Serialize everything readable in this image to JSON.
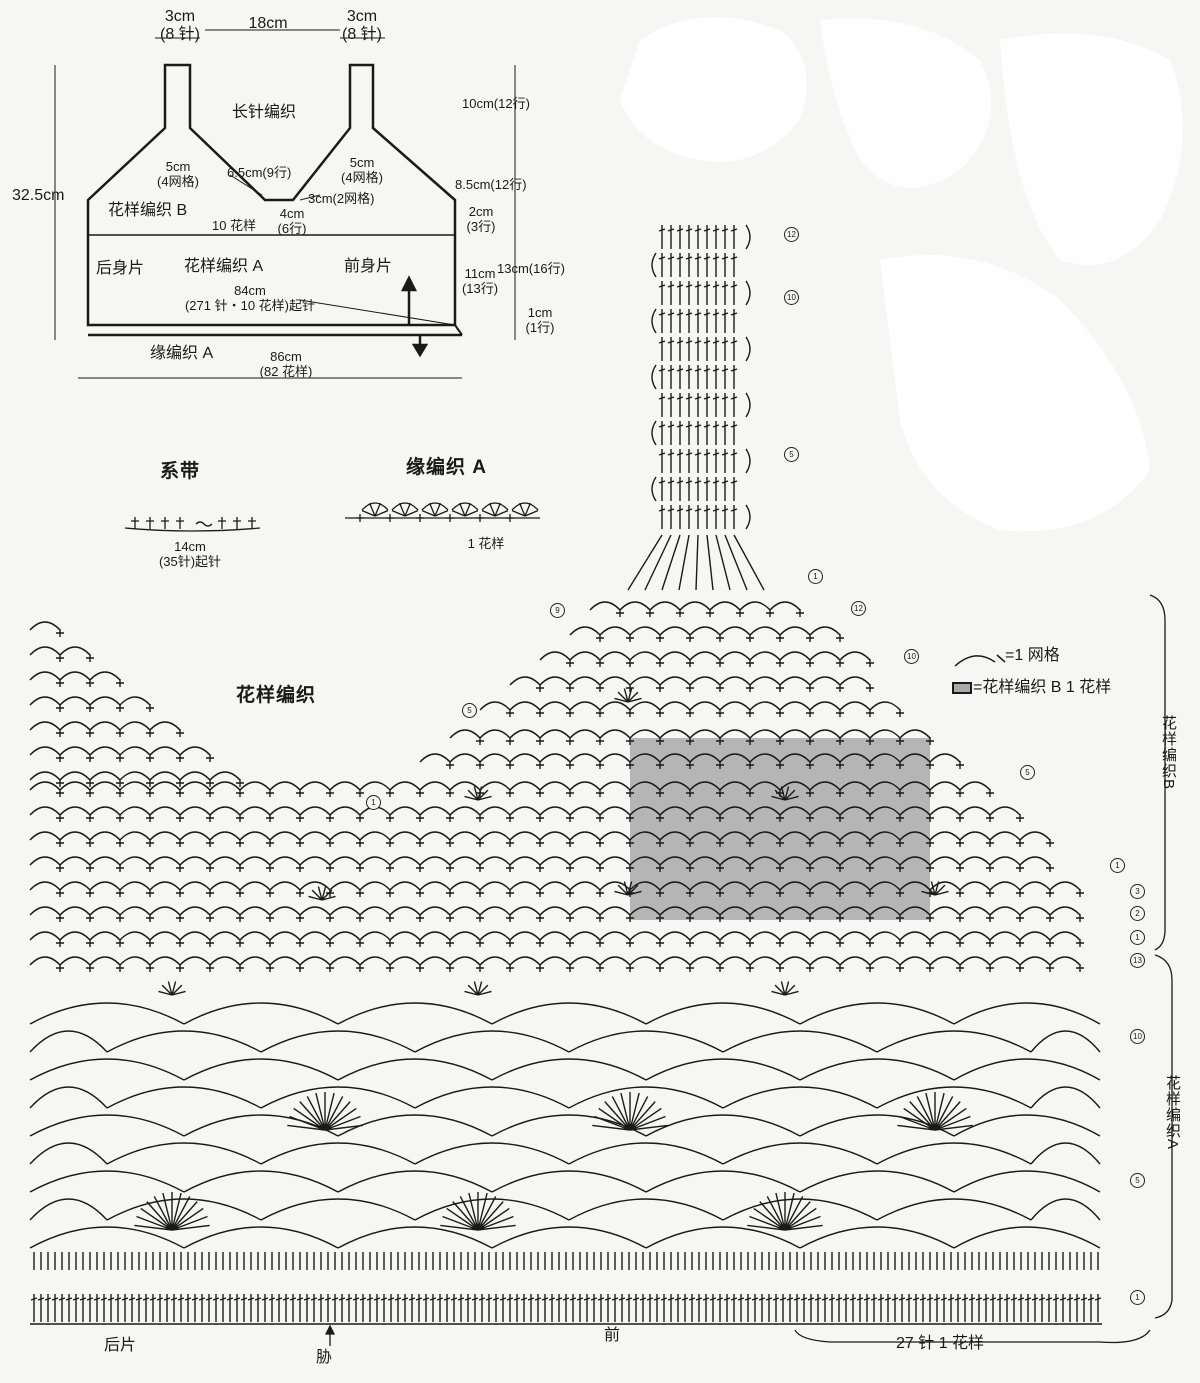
{
  "schematic": {
    "strap_width_left": "3cm",
    "strap_sts_left": "(8 针)",
    "strap_gap": "18cm",
    "strap_width_right": "3cm",
    "strap_sts_right": "(8 针)",
    "strap_stitch": "长针编织",
    "strap_height": "10cm(12行)",
    "total_height": "32.5cm",
    "mesh_left": "5cm",
    "mesh_left_count": "(4网格)",
    "mesh_right": "5cm",
    "mesh_right_count": "(4网格)",
    "center_width": "6.5cm(9行)",
    "center_mesh": "3cm(2网格)",
    "yoke_height": "8.5cm(12行)",
    "pattern_b": "花样编织 B",
    "ten_sts": "10 花样",
    "small_height": "4cm",
    "small_rows": "(6行)",
    "side_height": "2cm",
    "side_rows": "(3行)",
    "back_label": "后身片",
    "pattern_a": "花样编织 A",
    "front_label": "前身片",
    "a_height": "11cm",
    "a_rows": "(13行)",
    "body_height": "13cm(16行)",
    "cast_on_width": "84cm",
    "cast_on_sts": "(271 针・10 花样)起针",
    "edge_height": "1cm",
    "edge_rows": "(1行)",
    "edge_label": "缘编织 A",
    "hem_width": "86cm",
    "hem_repeats": "(82 花样)"
  },
  "tie": {
    "title": "系带",
    "length": "14cm",
    "cast_on": "(35针)起针"
  },
  "edging": {
    "title": "缘编织 A",
    "repeat_label": "1 花样"
  },
  "chart": {
    "title": "花样编织",
    "legend_mesh": "=1 网格",
    "legend_pattern": "=花样编织 B  1 花样",
    "section_b": "花样编织B",
    "section_a": "花样编织A",
    "bottom_back": "后片",
    "bottom_side": "胁",
    "bottom_front": "前",
    "bottom_repeat": "27 针 1 花样",
    "row_markers": [
      "12",
      "10",
      "5",
      "1",
      "9",
      "12",
      "10",
      "5",
      "5",
      "1",
      "1",
      "3",
      "2",
      "1",
      "13",
      "10",
      "5",
      "1"
    ]
  },
  "colors": {
    "ink": "#1a1a1a",
    "paper": "#f6f6f4",
    "shade": "#a9a9a9"
  }
}
